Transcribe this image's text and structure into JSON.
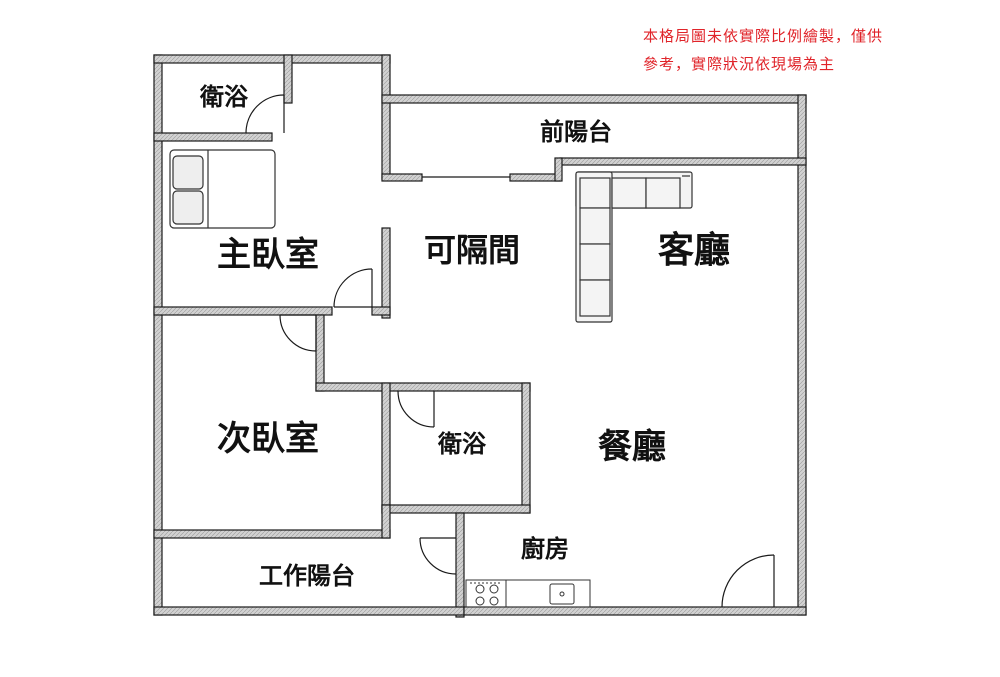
{
  "disclaimer": {
    "line1": "本格局圖未依實際比例繪製，僅供",
    "line2": "參考，實際狀況依現場為主"
  },
  "rooms": {
    "master_bath": "衛浴",
    "master_bedroom": "主臥室",
    "front_balcony": "前陽台",
    "partitionable": "可隔間",
    "living_room": "客廳",
    "second_bedroom": "次臥室",
    "second_bath": "衛浴",
    "dining_room": "餐廳",
    "kitchen": "廚房",
    "utility_balcony": "工作陽台"
  },
  "colors": {
    "wall_fill": "#c8c8c8",
    "wall_stroke": "#1a1a1a",
    "note_red": "#e0242a"
  }
}
